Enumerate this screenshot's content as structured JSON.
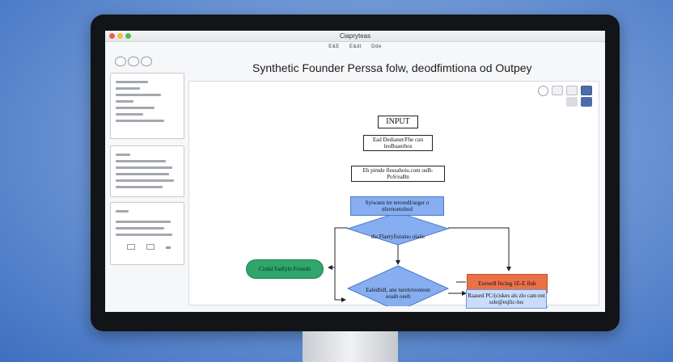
{
  "window": {
    "title": "Ciapryteas",
    "toolbar_labels": [
      "E&E",
      "E&dt",
      "Dde"
    ]
  },
  "document": {
    "title": "Synthetic Founder Perssa folw, deodfimtiona od Outpey"
  },
  "sidebar": {
    "panel1_label": "",
    "panel2_label": "",
    "panel3_label": ""
  },
  "flowchart": {
    "nodes": {
      "input": "INPUT",
      "step1": "Ead Dedianet/Fhe cun leoBuaerhos",
      "step2": "Eb pimde flessahoiu.com onB-PoS/eaBn",
      "step3": "Syiwaen tre teroredl/seger o nlsvnoetohod",
      "decision1": "dis Flaeryfisraino olaiie",
      "decision2": "Ealedlidl, ane tureh/rereteon ooaib oeeh",
      "terminal_left": "Cirdal Fadfyln Fromds",
      "output_orange": "Eoroedl fncing 1E-E fluh",
      "output_lightblue": "Raased PC/(ciskes als zlo cam ent ssle@esjlic-los"
    }
  },
  "colors": {
    "blue_node": "#86aef0",
    "orange_node": "#ea7048",
    "green_terminal": "#2fa66a",
    "light_blue_node": "#c9dcfb"
  }
}
